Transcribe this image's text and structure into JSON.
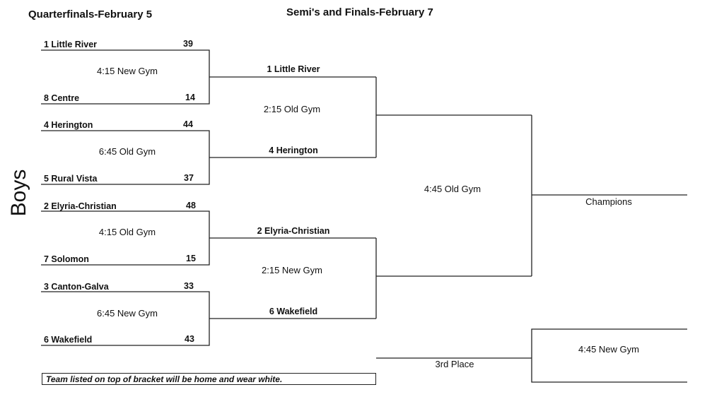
{
  "headers": {
    "quarterfinals": "Quarterfinals-February 5",
    "semis_finals": "Semi's and Finals-February 7"
  },
  "division": "Boys",
  "quarterfinals": [
    {
      "top": {
        "team": "1 Little River",
        "score": "39"
      },
      "bottom": {
        "team": "8 Centre",
        "score": "14"
      },
      "site": "4:15 New Gym"
    },
    {
      "top": {
        "team": "4 Herington",
        "score": "44"
      },
      "bottom": {
        "team": "5 Rural Vista",
        "score": "37"
      },
      "site": "6:45 Old Gym"
    },
    {
      "top": {
        "team": "2 Elyria-Christian",
        "score": "48"
      },
      "bottom": {
        "team": "7 Solomon",
        "score": "15"
      },
      "site": "4:15 Old Gym"
    },
    {
      "top": {
        "team": "3 Canton-Galva",
        "score": "33"
      },
      "bottom": {
        "team": "6 Wakefield",
        "score": "43"
      },
      "site": "6:45 New Gym"
    }
  ],
  "semifinals": [
    {
      "top": "1 Little River",
      "bottom": "4 Herington",
      "site": "2:15 Old Gym"
    },
    {
      "top": "2 Elyria-Christian",
      "bottom": "6 Wakefield",
      "site": "2:15 New Gym"
    }
  ],
  "final": {
    "site": "4:45 Old Gym",
    "label": "Champions"
  },
  "third_place": {
    "label": "3rd Place",
    "site": "4:45 New Gym"
  },
  "note": "Team listed on top of bracket will be home and wear white."
}
